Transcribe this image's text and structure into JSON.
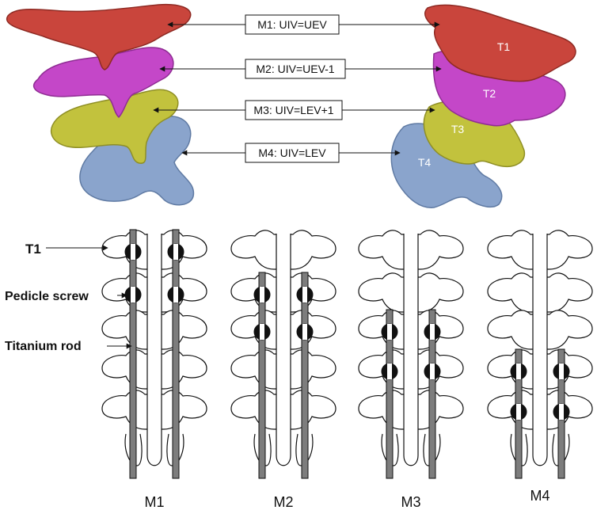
{
  "top_panel": {
    "method_boxes": [
      {
        "id": "m1",
        "label": "M1: UIV=UEV"
      },
      {
        "id": "m2",
        "label": "M2: UIV=UEV-1"
      },
      {
        "id": "m3",
        "label": "M3: UIV=LEV+1"
      },
      {
        "id": "m4",
        "label": "M4: UIV=LEV"
      }
    ],
    "vertebra_labels": [
      "T1",
      "T2",
      "T3",
      "T4"
    ],
    "vertebra_colors": [
      "#c9453c",
      "#c447c8",
      "#c2c23d",
      "#8aa4cc"
    ]
  },
  "bottom_panel": {
    "annotations": {
      "t1": "T1",
      "pedicle_screw": "Pedicle screw",
      "titanium_rod": "Titanium rod"
    },
    "models": [
      {
        "label": "M1",
        "fixation_start_level": 1
      },
      {
        "label": "M2",
        "fixation_start_level": 2
      },
      {
        "label": "M3",
        "fixation_start_level": 3
      },
      {
        "label": "M4",
        "fixation_start_level": 4
      }
    ]
  }
}
